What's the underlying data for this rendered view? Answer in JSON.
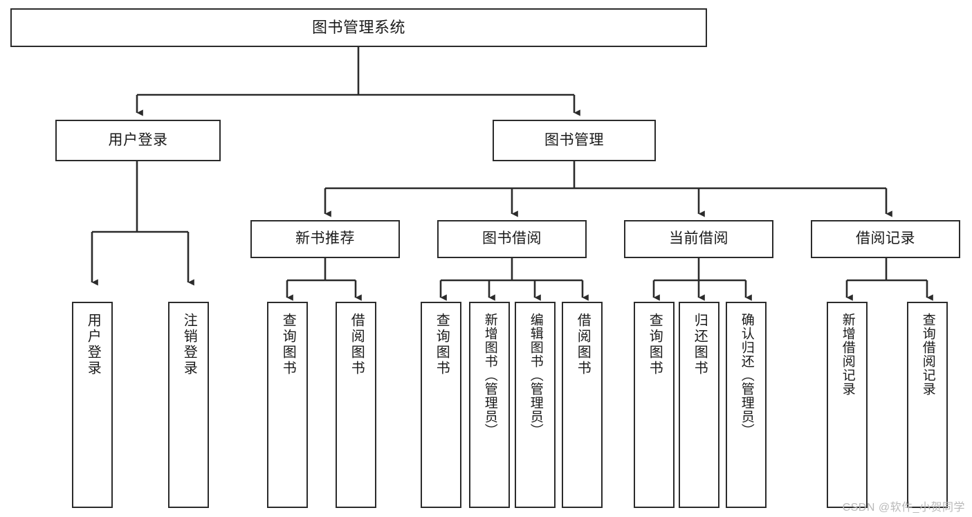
{
  "diagram": {
    "title": "图书管理系统",
    "type": "tree-hierarchy-chart",
    "root": {
      "label": "图书管理系统"
    },
    "level1": [
      {
        "label": "用户登录"
      },
      {
        "label": "图书管理"
      }
    ],
    "level2": [
      {
        "label": "新书推荐"
      },
      {
        "label": "图书借阅"
      },
      {
        "label": "当前借阅"
      },
      {
        "label": "借阅记录"
      }
    ],
    "leaves": {
      "user_login": [
        {
          "label": "用户登录"
        },
        {
          "label": "注销登录"
        }
      ],
      "new_book_recommend": [
        {
          "label": "查询图书"
        },
        {
          "label": "借阅图书"
        }
      ],
      "book_borrow": [
        {
          "label": "查询图书"
        },
        {
          "label": "新增图书（管理员）"
        },
        {
          "label": "编辑图书（管理员）"
        },
        {
          "label": "借阅图书"
        }
      ],
      "current_borrow": [
        {
          "label": "查询图书"
        },
        {
          "label": "归还图书"
        },
        {
          "label": "确认归还（管理员）"
        }
      ],
      "borrow_record": [
        {
          "label": "新增借阅记录"
        },
        {
          "label": "查询借阅记录"
        }
      ]
    }
  },
  "watermark": {
    "text": "CSDN @软件_小贺同学"
  },
  "colors": {
    "border": "#2b2b2b",
    "background": "#ffffff",
    "text": "#1a1a1a",
    "connector": "#2b2b2b",
    "watermark": "#b9b9b9"
  }
}
